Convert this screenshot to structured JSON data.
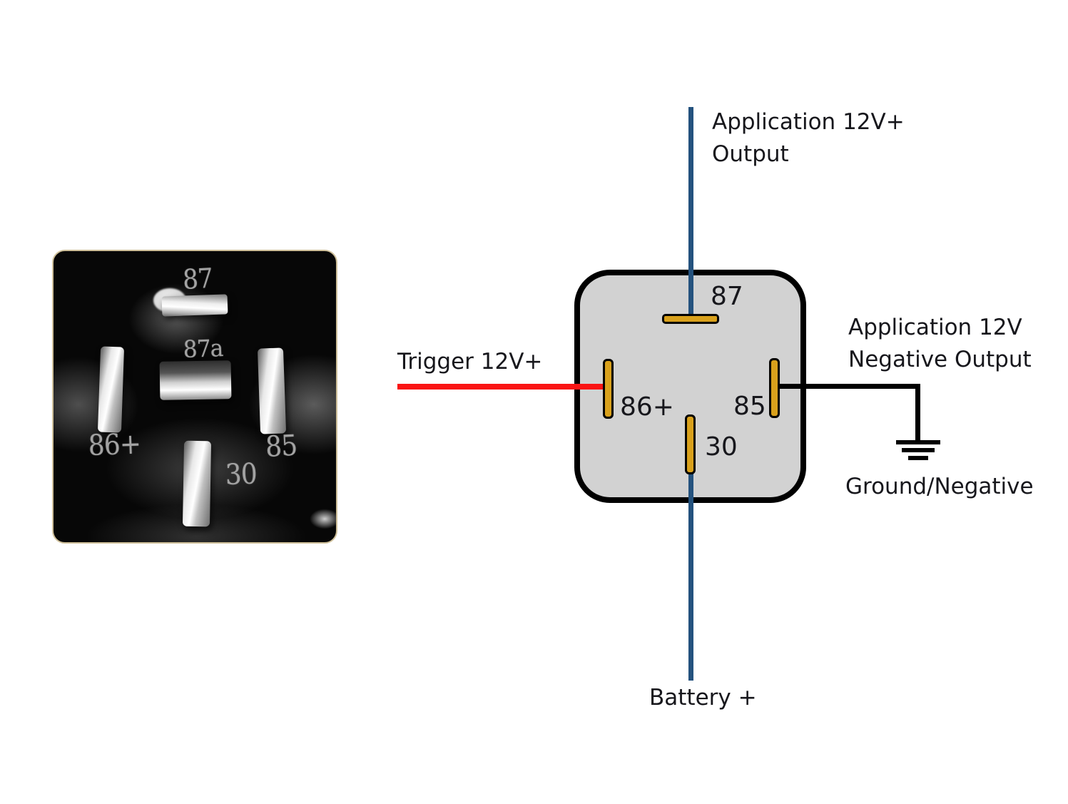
{
  "photo": {
    "description": "bottom view photo of 5-pin automotive relay",
    "pin_labels": {
      "p87": "87",
      "p87a": "87a",
      "p86": "86+",
      "p85": "85",
      "p30": "30"
    }
  },
  "schematic": {
    "pin_labels": {
      "p87": "87",
      "p86": "86+",
      "p85": "85",
      "p30": "30"
    },
    "wire_labels": {
      "app_output_line1": "Application 12V+",
      "app_output_line2": "Output",
      "trigger": "Trigger 12V+",
      "neg_output_line1": "Application 12V",
      "neg_output_line2": "Negative Output",
      "ground": "Ground/Negative",
      "battery": "Battery +"
    },
    "colors": {
      "wire_positive_blue": "#24527E",
      "wire_trigger_red": "#FA1414",
      "wire_negative_black": "#000000",
      "pin_gold": "#D9A11C",
      "relay_body_fill": "#D2D2D2",
      "outline_black": "#000000"
    }
  }
}
